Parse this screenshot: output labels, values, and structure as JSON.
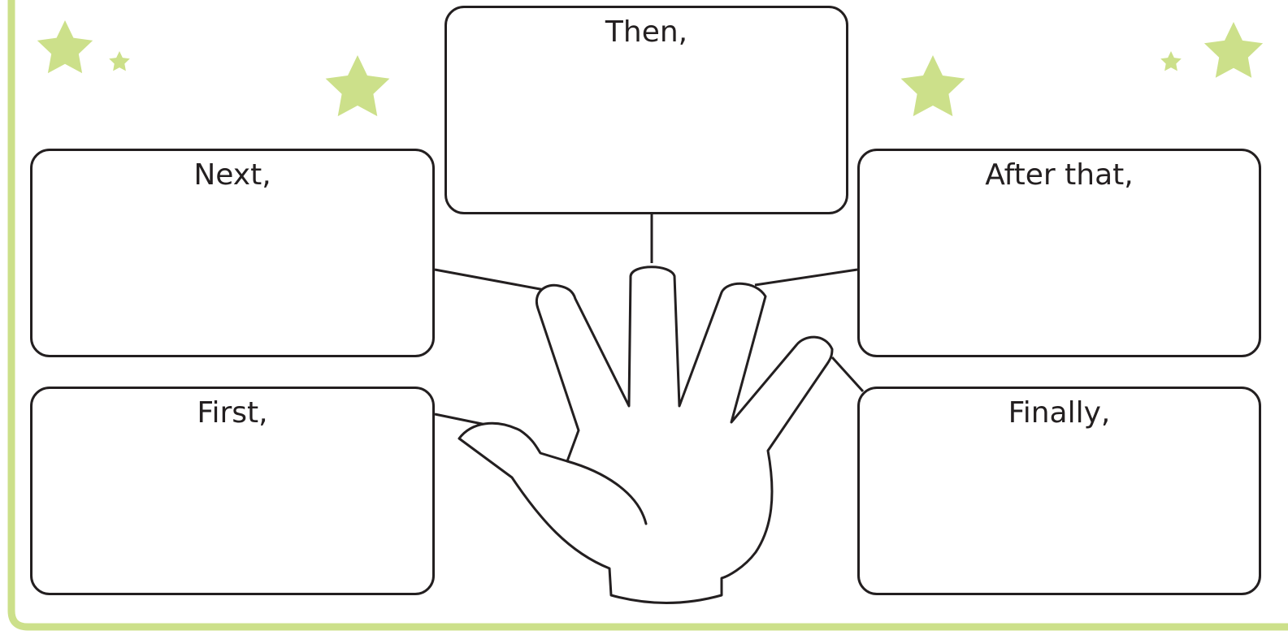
{
  "organizer": {
    "then_label": "Then,",
    "next_label": "Next,",
    "after_that_label": "After that,",
    "first_label": "First,",
    "finally_label": "Finally,"
  },
  "decorations": {
    "star_color": "#cce08a",
    "frame_color": "#cce08a",
    "outline_color": "#231f20"
  }
}
